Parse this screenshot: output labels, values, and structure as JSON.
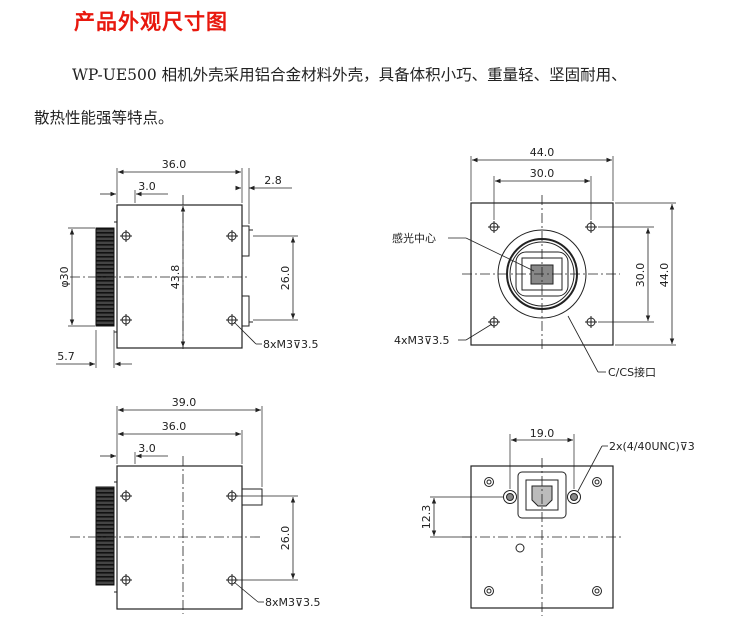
{
  "title": "产品外观尺寸图",
  "description": {
    "line1": "WP-UE500 相机外壳采用铝合金材料外壳，具备体积小巧、重量轻、坚固耐用、",
    "line2": "散热性能强等特点。"
  },
  "views": {
    "side_top": {
      "dims": {
        "overall_length": "36.0",
        "flange": "3.0",
        "rear_offset": "2.8",
        "diameter": "φ30",
        "height": "43.8",
        "hole_spacing": "26.0",
        "ring_width": "5.7"
      },
      "callout": "8xM3⊽3.5"
    },
    "front": {
      "dims": {
        "width": "44.0",
        "hole_spacing_h": "30.0",
        "hole_spacing_v": "30.0",
        "height": "44.0"
      },
      "callouts": {
        "sensor": "感光中心",
        "holes": "4xM3⊽3.5",
        "mount": "C/CS接口"
      }
    },
    "side_bottom": {
      "dims": {
        "total_length": "39.0",
        "body_length": "36.0",
        "flange": "3.0",
        "hole_spacing": "26.0"
      },
      "callout": "8xM3⊽3.5"
    },
    "rear": {
      "dims": {
        "hole_spacing": "19.0",
        "offset": "12.3"
      },
      "callout": "2x(4/40UNC)⊽3"
    }
  }
}
